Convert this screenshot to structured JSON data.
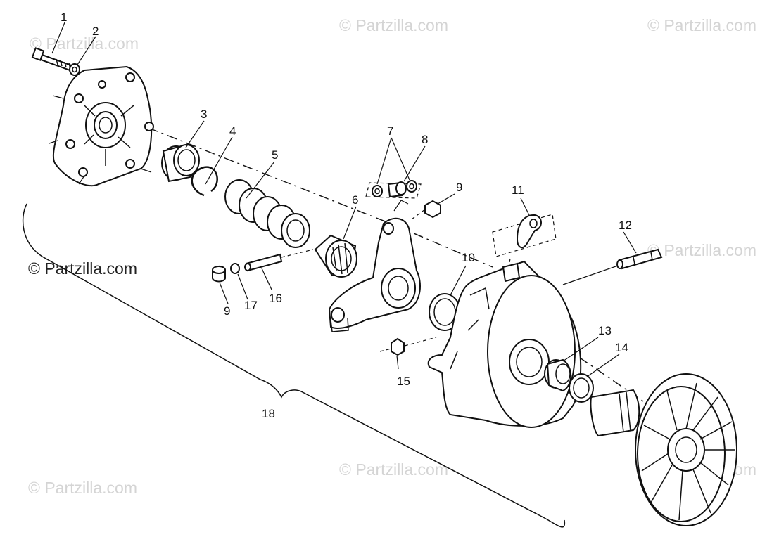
{
  "watermarks": {
    "top_left": "© Partzilla.com",
    "top_center": "© Partzilla.com",
    "top_right": "© Partzilla.com",
    "mid_left": "© Partzilla.com",
    "mid_right": "© Partzilla.com",
    "bottom_left": "© Partzilla.com",
    "bottom_center": "© Partzilla.com",
    "bottom_right": "© Partzilla.com"
  },
  "callouts": {
    "c1": "1",
    "c2": "2",
    "c3": "3",
    "c4": "4",
    "c5": "5",
    "c6": "6",
    "c7": "7",
    "c8": "8",
    "c9a": "9",
    "c9b": "9",
    "c10": "10",
    "c11": "11",
    "c12": "12",
    "c13": "13",
    "c14": "14",
    "c15": "15",
    "c16": "16",
    "c17": "17",
    "c18": "18"
  },
  "colors": {
    "line": "#111111",
    "watermark": "#d4d4d4",
    "background": "#ffffff"
  }
}
